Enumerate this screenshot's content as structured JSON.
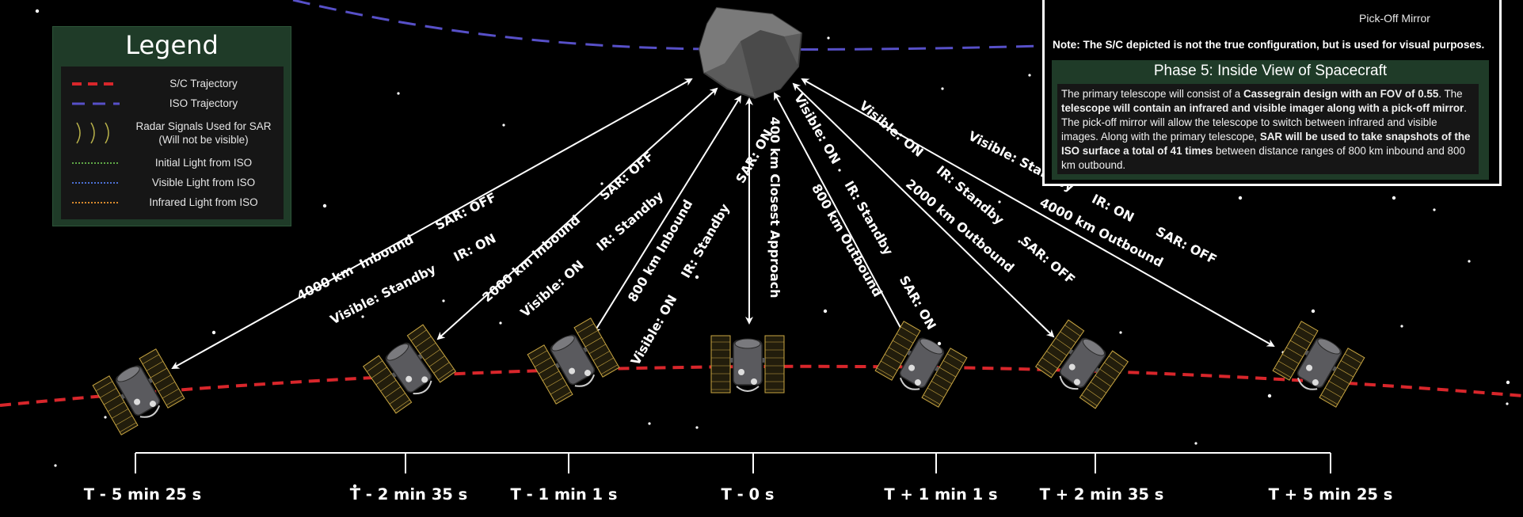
{
  "legend": {
    "title": "Legend",
    "items": [
      {
        "label": "S/C Trajectory",
        "color": "#d8262b",
        "style": "dashed"
      },
      {
        "label": "ISO Trajectory",
        "color": "#5750c8",
        "style": "dashed"
      },
      {
        "label": "Radar Signals Used for SAR",
        "sublabel": "(Will not be visible)",
        "color": "#b9b24a",
        "style": "arcs"
      },
      {
        "label": "Initial Light from ISO",
        "color": "#5fa846",
        "style": "dotted"
      },
      {
        "label": "Visible Light from ISO",
        "color": "#4a6fd4",
        "style": "dotted"
      },
      {
        "label": "Infrared Light from ISO",
        "color": "#d98a2b",
        "style": "dotted"
      }
    ]
  },
  "info_panel": {
    "pickoff_label": "Pick-Off Mirror",
    "note": "Note: The S/C depicted is not the true configuration, but is used for visual purposes.",
    "phase_title": "Phase 5: Inside View of Spacecraft",
    "body": [
      {
        "text": "The primary telescope will consist of a ",
        "bold": false
      },
      {
        "text": "Cassegrain design with an FOV of 0.55",
        "bold": true
      },
      {
        "text": ". The ",
        "bold": false
      },
      {
        "text": "telescope will contain an infrared and visible imager along with a pick-off mirror",
        "bold": true
      },
      {
        "text": ". The pick-off mirror will allow the telescope to switch between infrared and visible images. Along with the primary telescope, ",
        "bold": false
      },
      {
        "text": "SAR will be used to take snapshots of the ISO surface a total of 41 times",
        "bold": true
      },
      {
        "text": " between distance ranges of 800 km inbound and 800 km outbound.",
        "bold": false
      }
    ]
  },
  "asteroid_icon": "asteroid-icon",
  "spacecraft_icon": "spacecraft-icon",
  "passes": [
    {
      "line1": "4000 km  Inbound      SAR: OFF",
      "line2": "Visible: Standby     IR: ON",
      "time": "T - 5 min 25 s"
    },
    {
      "line1": "2000 km Inbound       SAR: OFF",
      "line2": "Visible: ON     IR: Standby",
      "time": "T - 2 min 35 s"
    },
    {
      "line1": "800 km Inbound",
      "line2": "Visible: ON     IR: Standby      SAR: ON",
      "time": "T - 1 min 1 s"
    },
    {
      "line1": "400 km Closest Approach",
      "line2": "",
      "time": "T - 0 s"
    },
    {
      "line1": "800 km Outbound",
      "line2": "Visible: ON     IR: Standby      SAR: ON",
      "time": "T + 1 min 1 s"
    },
    {
      "line1": "2000 km Outbound",
      "line2": "Visible: ON     IR: Standby      SAR: OFF",
      "time": "T + 2 min 35 s"
    },
    {
      "line1": "4000 km Outbound",
      "line2": "Visible: Standby     IR: ON      SAR: OFF",
      "time": "T + 5 min 25 s"
    }
  ],
  "colors": {
    "background": "#000000",
    "sc_trajectory": "#d8262b",
    "iso_trajectory": "#5750c8",
    "panel_green": "#1f3b28"
  }
}
